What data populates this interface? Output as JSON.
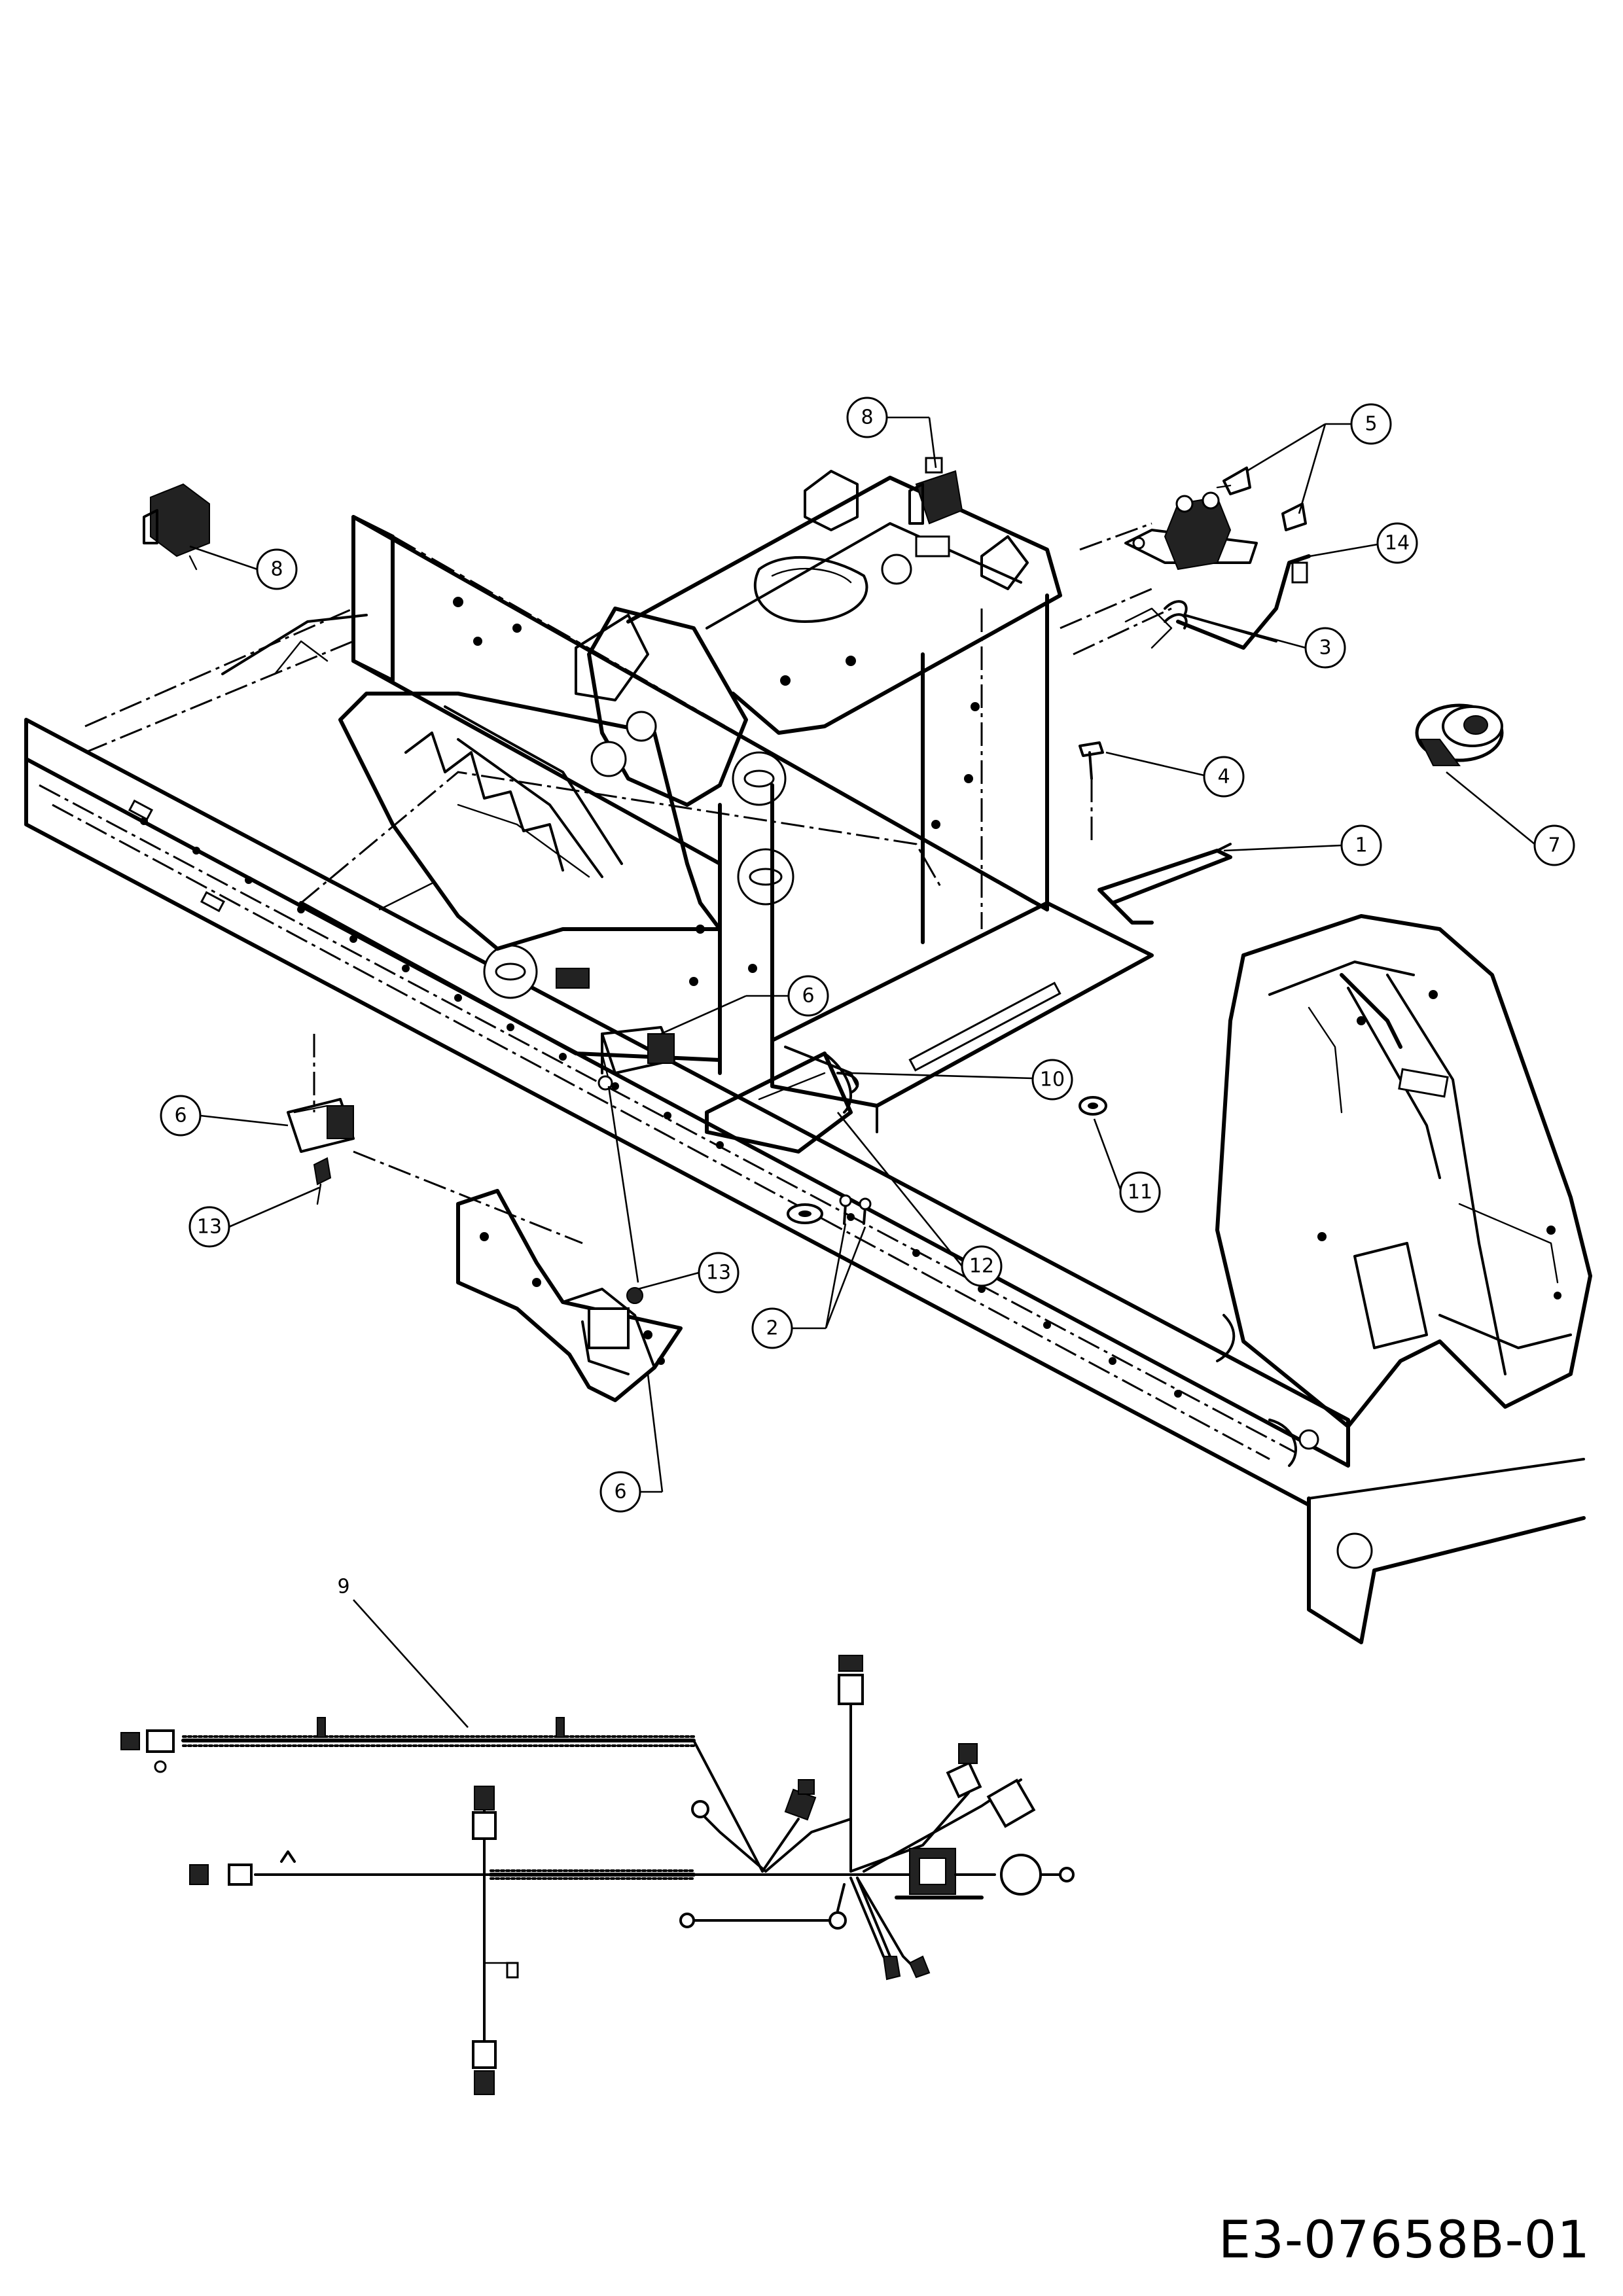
{
  "document_code": "E3-07658B-01",
  "harness_label": "9",
  "callouts": [
    {
      "id": "c8a",
      "label": "8"
    },
    {
      "id": "c5",
      "label": "5"
    },
    {
      "id": "c14",
      "label": "14"
    },
    {
      "id": "c8b",
      "label": "8"
    },
    {
      "id": "c3",
      "label": "3"
    },
    {
      "id": "c4",
      "label": "4"
    },
    {
      "id": "c7",
      "label": "7"
    },
    {
      "id": "c1",
      "label": "1"
    },
    {
      "id": "c6a",
      "label": "6"
    },
    {
      "id": "c6b",
      "label": "6"
    },
    {
      "id": "c10",
      "label": "10"
    },
    {
      "id": "c11",
      "label": "11"
    },
    {
      "id": "c12",
      "label": "12"
    },
    {
      "id": "c13a",
      "label": "13"
    },
    {
      "id": "c13b",
      "label": "13"
    },
    {
      "id": "c2",
      "label": "2"
    },
    {
      "id": "c6c",
      "label": "6"
    }
  ]
}
